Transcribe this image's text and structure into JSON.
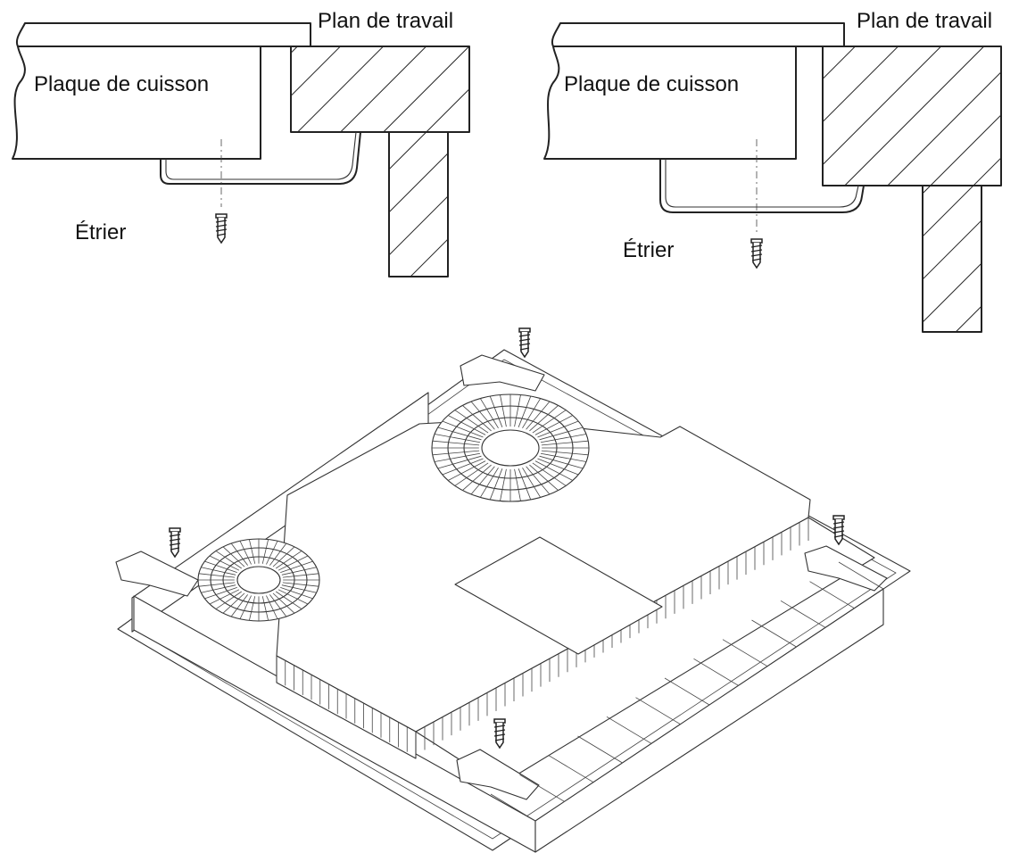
{
  "detail_left": {
    "worktop_label": "Plan de travail",
    "hob_label": "Plaque de cuisson",
    "bracket_label": "Étrier"
  },
  "detail_right": {
    "worktop_label": "Plan de travail",
    "hob_label": "Plaque de cuisson",
    "bracket_label": "Étrier"
  },
  "colors": {
    "line": "#222222",
    "background": "#ffffff"
  }
}
